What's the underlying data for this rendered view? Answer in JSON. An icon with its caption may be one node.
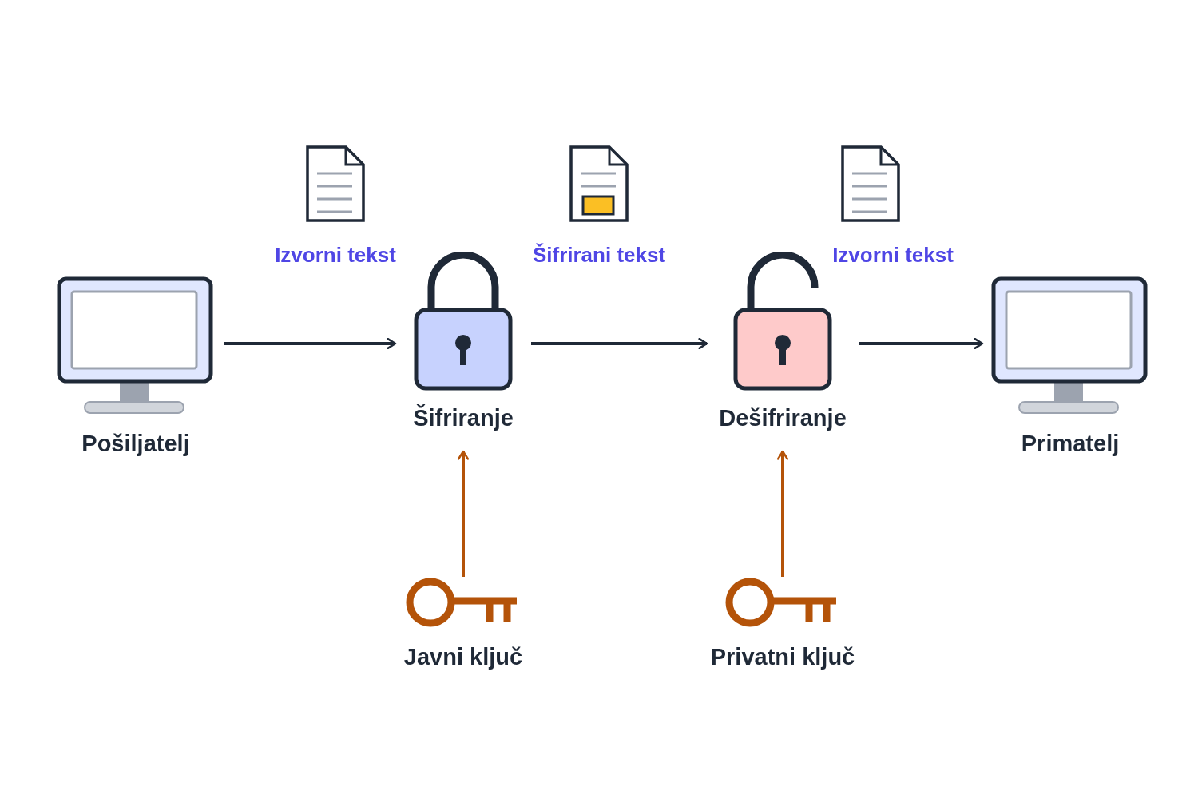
{
  "diagram": {
    "nodes": [
      {
        "text": [
          "Pošiljatelj"
        ]
      },
      {
        "text": [
          "Šifriranje"
        ]
      },
      {
        "text": [
          "Dešifriranje"
        ]
      },
      {
        "text": [
          "Primatelj"
        ]
      },
      {
        "text": [
          "Javni ključ"
        ]
      },
      {
        "text": [
          "Privatni ključ"
        ]
      }
    ],
    "edges": [
      {
        "from": 0,
        "to": 1,
        "arrow": "to",
        "label": "Izvorni tekst"
      },
      {
        "from": 1,
        "to": 2,
        "arrow": "to",
        "label": "Šifrirani tekst"
      },
      {
        "from": 2,
        "to": 3,
        "arrow": "to",
        "label": "Izvorni tekst"
      },
      {
        "from": 4,
        "to": 1,
        "arrow": "to",
        "color": "#b45309"
      },
      {
        "from": 5,
        "to": 2,
        "arrow": "to",
        "color": "#b45309"
      }
    ]
  }
}
